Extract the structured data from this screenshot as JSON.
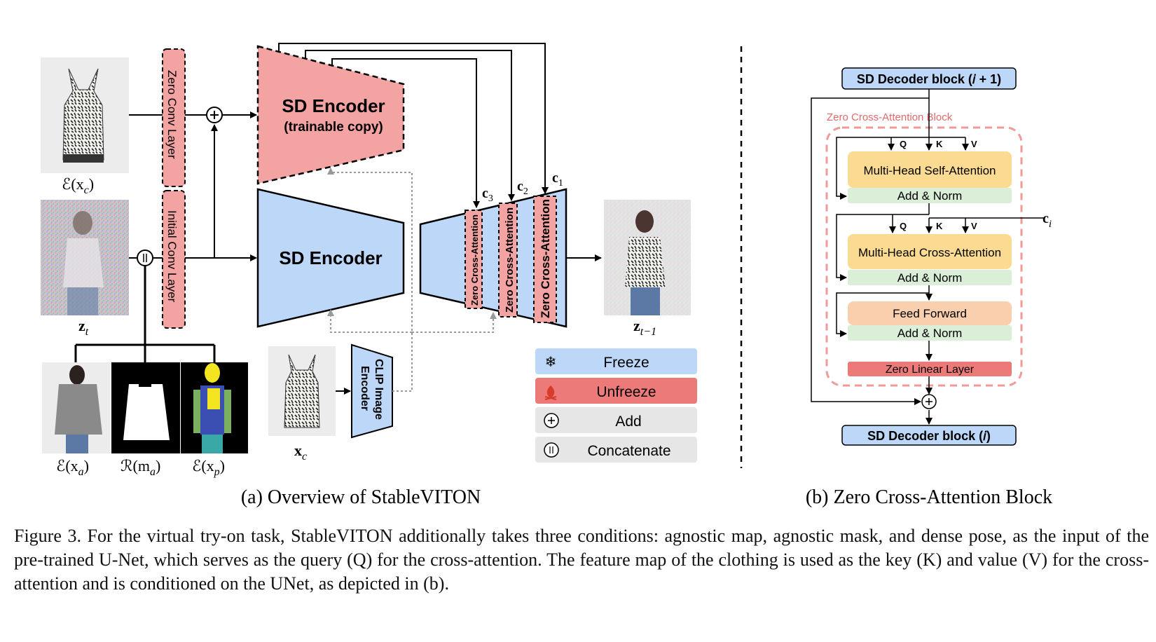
{
  "left": {
    "subcaption": "(a) Overview of StableVITON",
    "images": {
      "cloth_latent": "ℰ(x",
      "cloth_latent_sub": "c",
      "noisy_latent": "z",
      "noisy_latent_sub": "t",
      "agnostic": "ℰ(x",
      "agnostic_sub": "a",
      "mask": "ℛ(m",
      "mask_sub": "a",
      "pose": "ℰ(x",
      "pose_sub": "p",
      "cloth_input": "x",
      "cloth_input_sub": "c",
      "output": "z",
      "output_sub": "t−1",
      "close_paren": ")"
    },
    "blocks": {
      "zero_conv": "Zero Conv Layer",
      "initial_conv": "Initial Conv Layer",
      "sd_encoder_trainable": "SD Encoder",
      "sd_encoder_trainable_sub": "(trainable copy)",
      "sd_encoder": "SD Encoder",
      "clip_encoder_line1": "CLIP Image",
      "clip_encoder_line2": "Encoder",
      "zero_cross_attention": "Zero Cross-Attention"
    },
    "conditions": {
      "c1": "c",
      "c1_sub": "1",
      "c2": "c",
      "c2_sub": "2",
      "c3": "c",
      "c3_sub": "3"
    },
    "legend": {
      "freeze": "Freeze",
      "unfreeze": "Unfreeze",
      "add": "Add",
      "concatenate": "Concatenate"
    }
  },
  "right": {
    "subcaption": "(b) Zero Cross-Attention Block",
    "decoder_top": "SD Decoder block (𝑖 + 1)",
    "decoder_bottom": "SD Decoder block (𝑖)",
    "block_title": "Zero Cross-Attention Block",
    "self_attention": "Multi-Head Self-Attention",
    "cross_attention": "Multi-Head Cross-Attention",
    "feed_forward": "Feed Forward",
    "add_norm": "Add & Norm",
    "zero_linear": "Zero Linear Layer",
    "q": "Q",
    "k": "K",
    "v": "V",
    "ci": "c",
    "ci_sub": "i"
  },
  "caption": "Figure 3. For the virtual try-on task, StableVITON additionally takes three conditions: agnostic map, agnostic mask, and dense pose, as the input of the pre-trained U-Net, which serves as the query (Q) for the cross-attention. The feature map of the clothing is used as the key (K) and value (V) for the cross-attention and is conditioned on the UNet, as depicted in (b).",
  "colors": {
    "frozen_blue": "#bcd7f7",
    "unfrozen_red": "#f4a3a3",
    "zero_red": "#ec7a79",
    "self_attn_yellow": "#fbdb91",
    "norm_green": "#daeed8",
    "ff_orange": "#f9cfad",
    "legend_gray": "#e6e6e6"
  }
}
